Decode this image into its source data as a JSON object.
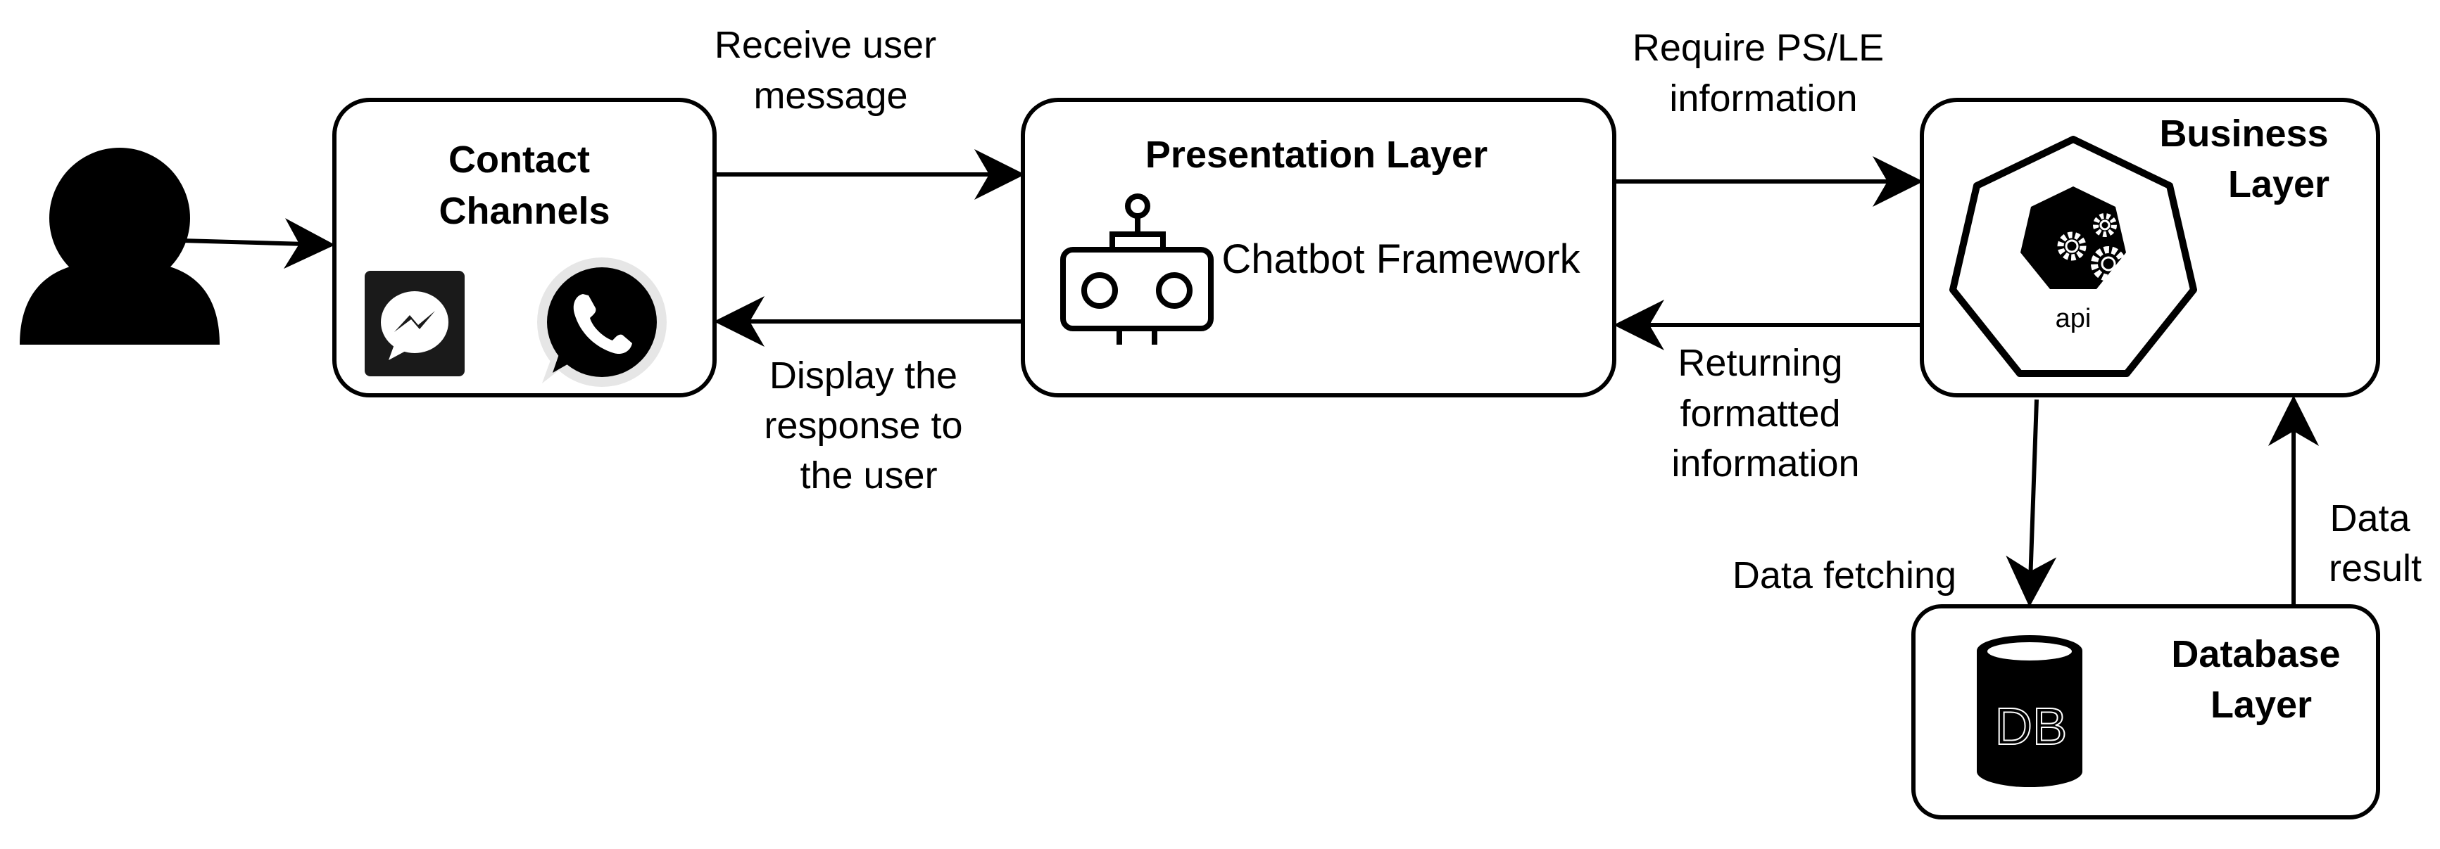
{
  "nodes": {
    "user": {
      "icon": "user-silhouette-icon"
    },
    "contact_channels": {
      "title": [
        "Contact",
        "Channels"
      ],
      "icons": [
        "messenger-icon",
        "whatsapp-icon"
      ]
    },
    "presentation_layer": {
      "title": "Presentation Layer",
      "subtitle": "Chatbot Framework",
      "icon": "robot-icon"
    },
    "business_layer": {
      "title": [
        "Business",
        "Layer"
      ],
      "icon_label": "api",
      "icon": "api-gears-icon"
    },
    "database_layer": {
      "title": [
        "Database",
        "Layer"
      ],
      "icon_label": "DB",
      "icon": "database-cylinder-icon"
    }
  },
  "edges": {
    "receive": [
      "Receive user",
      "message"
    ],
    "display": [
      "Display the",
      "response to",
      "the user"
    ],
    "require": [
      "Require PS/LE",
      "information"
    ],
    "returning": [
      "Returning",
      "formatted",
      "information"
    ],
    "fetching": [
      "Data fetching"
    ],
    "result": [
      "Data",
      "result"
    ]
  },
  "colors": {
    "stroke": "#000000",
    "fill": "#ffffff",
    "icon_fill": "#000000"
  }
}
